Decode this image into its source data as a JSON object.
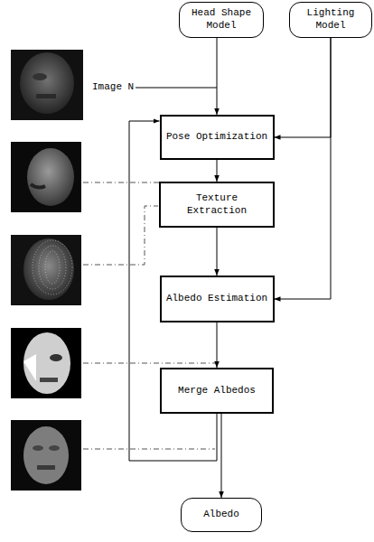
{
  "diagram": {
    "nodes": [
      {
        "text": [
          "Head Shape Model"
        ]
      },
      {
        "text": [
          "Lighting Model"
        ]
      },
      {
        "text": [
          "Pose Optimization"
        ]
      },
      {
        "text": [
          "Texture Extraction"
        ]
      },
      {
        "text": [
          "Albedo Estimation"
        ]
      },
      {
        "text": [
          "Merge Albedos"
        ]
      },
      {
        "text": [
          "Albedo"
        ]
      }
    ],
    "edges": [
      {
        "from": 0,
        "to": 2,
        "arrow": "to"
      },
      {
        "from": 1,
        "to": 2,
        "arrow": "to"
      },
      {
        "from": 1,
        "to": 4,
        "arrow": "to"
      },
      {
        "from": 2,
        "to": 3,
        "arrow": "to"
      },
      {
        "from": 3,
        "to": 4,
        "arrow": "to"
      },
      {
        "from": 4,
        "to": 5,
        "arrow": "to"
      },
      {
        "from": 5,
        "to": 6,
        "arrow": "to"
      },
      {
        "from": 5,
        "to": 2,
        "arrow": "to"
      }
    ],
    "labels": [
      "Image N"
    ]
  }
}
